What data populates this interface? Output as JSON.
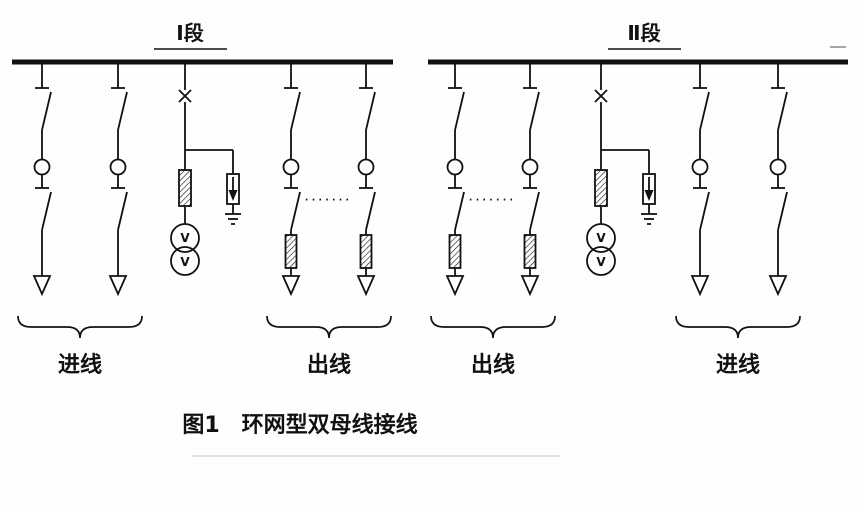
{
  "diagram": {
    "bus_sections": [
      {
        "label": "Ⅰ段"
      },
      {
        "label": "Ⅱ段"
      }
    ],
    "continuation_dots": "·······",
    "pt_voltage_label": "V",
    "group_labels": [
      "进线",
      "出线",
      "出线",
      "进线"
    ],
    "caption": "图1　环网型双母线接线",
    "line_color": "#111111"
  }
}
